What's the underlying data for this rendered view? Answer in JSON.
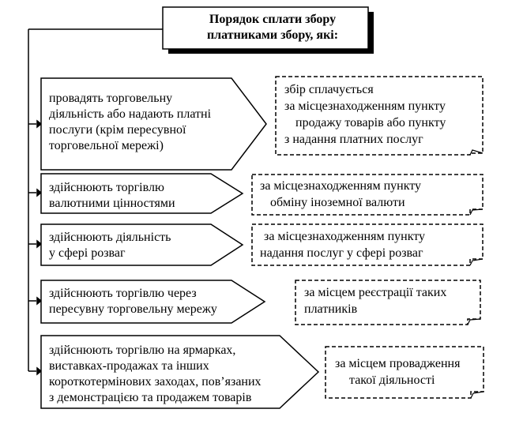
{
  "title": {
    "line1": "Порядок сплати збору",
    "line2": "платниками збору, які:"
  },
  "items": [
    {
      "condition": [
        "провадять торговельну",
        "діяльність або надають платні",
        "послуги (крім пересувної",
        "торговельної мережі)"
      ],
      "rule": [
        "збір сплачується",
        "за місцезнаходженням пункту",
        "продажу товарів або пункту",
        "з надання платних послуг"
      ]
    },
    {
      "condition": [
        "здійснюють торгівлю",
        "валютними цінностями"
      ],
      "rule": [
        "за місцезнаходженням пункту",
        "обміну іноземної валюти"
      ]
    },
    {
      "condition": [
        "здійснюють діяльність",
        "у сфері розваг"
      ],
      "rule": [
        "за місцезнаходженням пункту",
        "надання послуг у сфері розваг"
      ]
    },
    {
      "condition": [
        "здійснюють торгівлю через",
        "пересувну торговельну мережу"
      ],
      "rule": [
        "за місцем реєстрації таких",
        "платників"
      ]
    },
    {
      "condition": [
        "здійснюють торгівлю на ярмарках,",
        "виставках-продажах та інших",
        "короткотермінових заходах, пов’язаних",
        "з демонстрацією та продажем товарів"
      ],
      "rule": [
        "за місцем провадження",
        "такої діяльності"
      ]
    }
  ]
}
